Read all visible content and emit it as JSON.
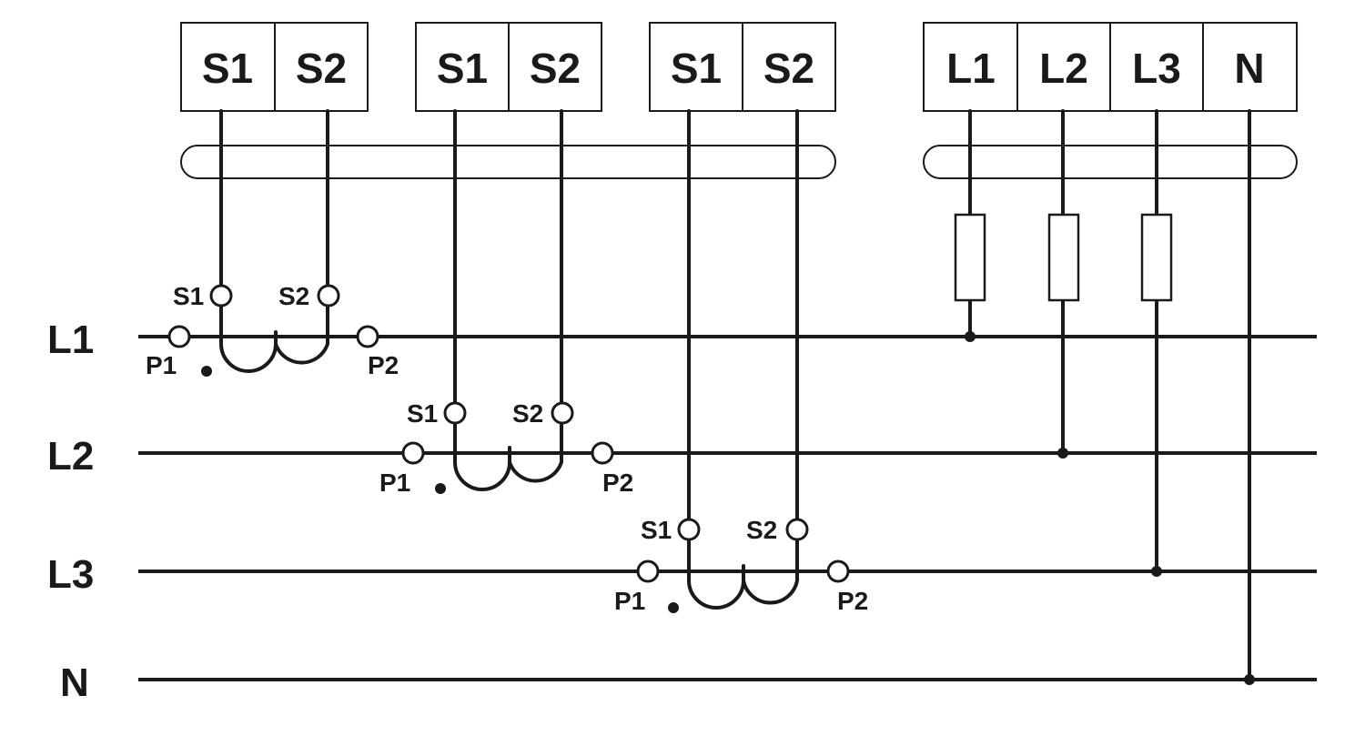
{
  "meter": {
    "current_blocks": [
      {
        "labels": [
          "S1",
          "S2"
        ]
      },
      {
        "labels": [
          "S1",
          "S2"
        ]
      },
      {
        "labels": [
          "S1",
          "S2"
        ]
      }
    ],
    "voltage_block": {
      "labels": [
        "L1",
        "L2",
        "L3",
        "N"
      ]
    }
  },
  "lines": [
    {
      "label": "L1"
    },
    {
      "label": "L2"
    },
    {
      "label": "L3"
    },
    {
      "label": "N"
    }
  ],
  "transformers": [
    {
      "s1": "S1",
      "s2": "S2",
      "p1": "P1",
      "p2": "P2"
    },
    {
      "s1": "S1",
      "s2": "S2",
      "p1": "P1",
      "p2": "P2"
    },
    {
      "s1": "S1",
      "s2": "S2",
      "p1": "P1",
      "p2": "P2"
    }
  ]
}
